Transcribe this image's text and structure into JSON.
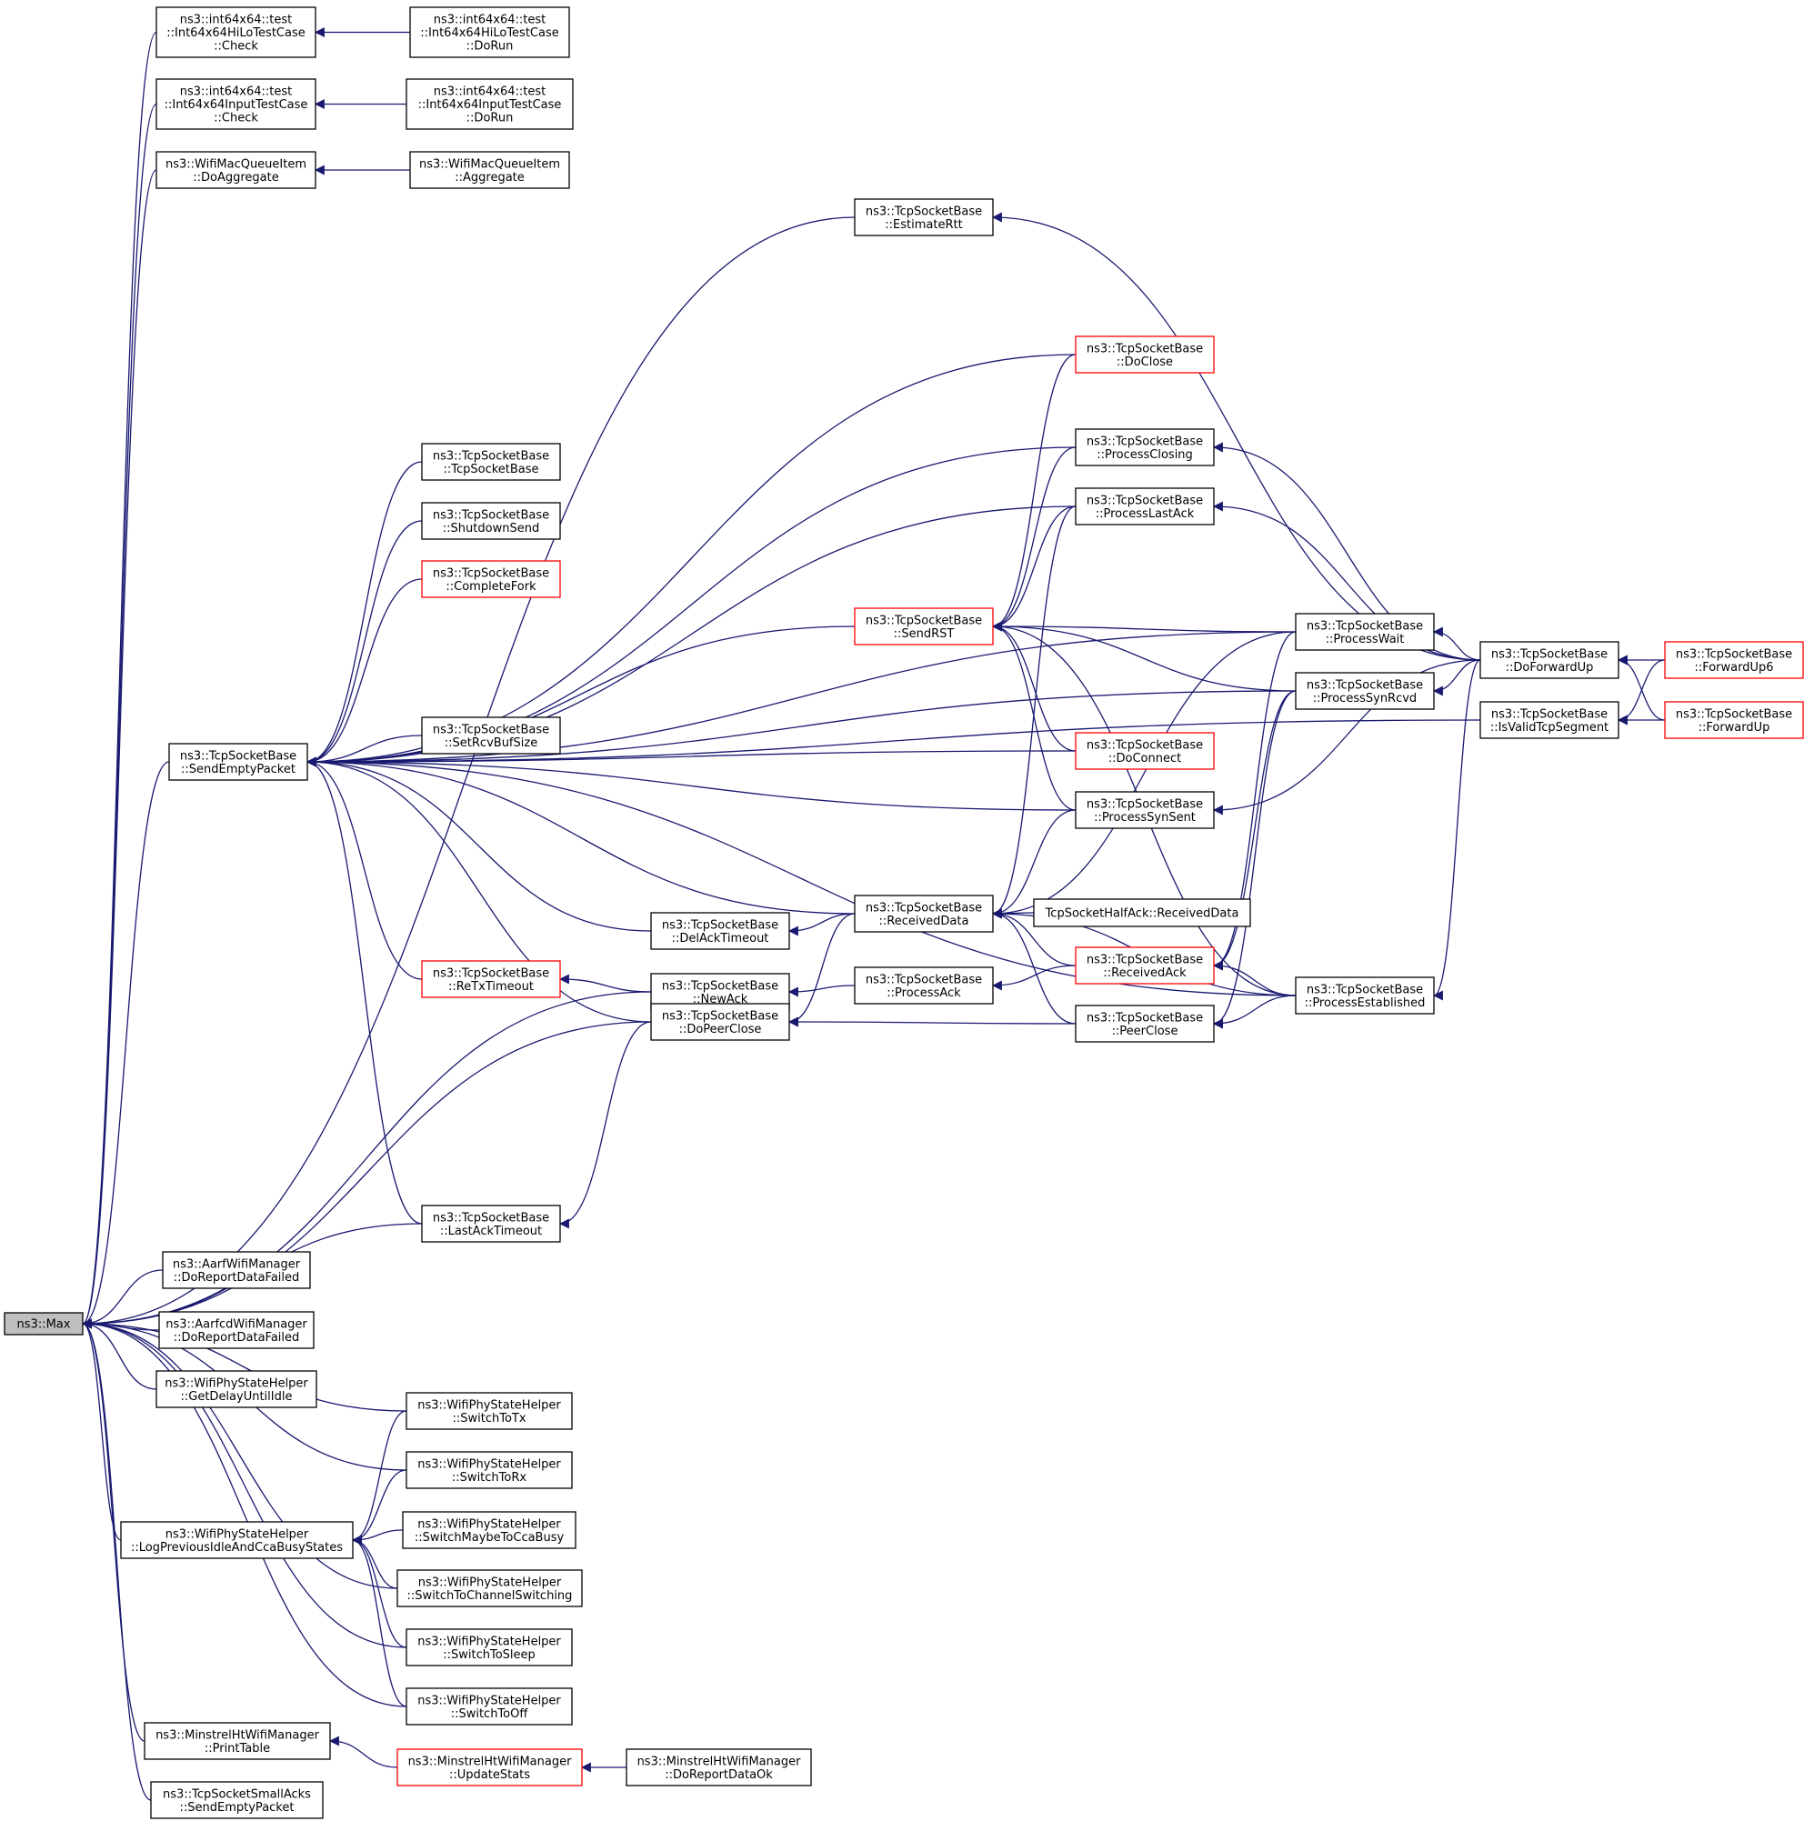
{
  "graph": {
    "title": "",
    "colors": {
      "edge": "#191970",
      "box_border": "#000000",
      "truncated_border": "#ff0000",
      "root_fill": "#bfbfbf"
    },
    "nodes": [
      {
        "id": "max",
        "lines": [
          "ns3::Max"
        ],
        "style": "root"
      },
      {
        "id": "hilo_check",
        "lines": [
          "ns3::int64x64::test",
          "::Int64x64HiLoTestCase",
          "::Check"
        ]
      },
      {
        "id": "hilo_dorun",
        "lines": [
          "ns3::int64x64::test",
          "::Int64x64HiLoTestCase",
          "::DoRun"
        ]
      },
      {
        "id": "input_check",
        "lines": [
          "ns3::int64x64::test",
          "::Int64x64InputTestCase",
          "::Check"
        ]
      },
      {
        "id": "input_dorun",
        "lines": [
          "ns3::int64x64::test",
          "::Int64x64InputTestCase",
          "::DoRun"
        ]
      },
      {
        "id": "wmqi_doagg",
        "lines": [
          "ns3::WifiMacQueueItem",
          "::DoAggregate"
        ]
      },
      {
        "id": "wmqi_agg",
        "lines": [
          "ns3::WifiMacQueueItem",
          "::Aggregate"
        ]
      },
      {
        "id": "estimate_rtt",
        "lines": [
          "ns3::TcpSocketBase",
          "::EstimateRtt"
        ]
      },
      {
        "id": "doclose",
        "lines": [
          "ns3::TcpSocketBase",
          "::DoClose"
        ],
        "style": "red"
      },
      {
        "id": "tcpsocketbase",
        "lines": [
          "ns3::TcpSocketBase",
          "::TcpSocketBase"
        ]
      },
      {
        "id": "procclosing",
        "lines": [
          "ns3::TcpSocketBase",
          "::ProcessClosing"
        ]
      },
      {
        "id": "proclastack",
        "lines": [
          "ns3::TcpSocketBase",
          "::ProcessLastAck"
        ]
      },
      {
        "id": "shutdownsend",
        "lines": [
          "ns3::TcpSocketBase",
          "::ShutdownSend"
        ]
      },
      {
        "id": "completefork",
        "lines": [
          "ns3::TcpSocketBase",
          "::CompleteFork"
        ],
        "style": "red"
      },
      {
        "id": "sendrst",
        "lines": [
          "ns3::TcpSocketBase",
          "::SendRST"
        ],
        "style": "red"
      },
      {
        "id": "procwait",
        "lines": [
          "ns3::TcpSocketBase",
          "::ProcessWait"
        ]
      },
      {
        "id": "doforwardup",
        "lines": [
          "ns3::TcpSocketBase",
          "::DoForwardUp"
        ]
      },
      {
        "id": "forwardup6",
        "lines": [
          "ns3::TcpSocketBase",
          "::ForwardUp6"
        ],
        "style": "red"
      },
      {
        "id": "procsynrcvd",
        "lines": [
          "ns3::TcpSocketBase",
          "::ProcessSynRcvd"
        ]
      },
      {
        "id": "isvalid",
        "lines": [
          "ns3::TcpSocketBase",
          "::IsValidTcpSegment"
        ]
      },
      {
        "id": "forwardup",
        "lines": [
          "ns3::TcpSocketBase",
          "::ForwardUp"
        ],
        "style": "red"
      },
      {
        "id": "sendempty",
        "lines": [
          "ns3::TcpSocketBase",
          "::SendEmptyPacket"
        ]
      },
      {
        "id": "setrcvbuf",
        "lines": [
          "ns3::TcpSocketBase",
          "::SetRcvBufSize"
        ]
      },
      {
        "id": "doconnect",
        "lines": [
          "ns3::TcpSocketBase",
          "::DoConnect"
        ],
        "style": "red"
      },
      {
        "id": "procsynsent",
        "lines": [
          "ns3::TcpSocketBase",
          "::ProcessSynSent"
        ]
      },
      {
        "id": "receiveddata",
        "lines": [
          "ns3::TcpSocketBase",
          "::ReceivedData"
        ]
      },
      {
        "id": "halfack_rd",
        "lines": [
          "TcpSocketHalfAck::ReceivedData"
        ]
      },
      {
        "id": "delacktimeout",
        "lines": [
          "ns3::TcpSocketBase",
          "::DelAckTimeout"
        ]
      },
      {
        "id": "receivedack",
        "lines": [
          "ns3::TcpSocketBase",
          "::ReceivedAck"
        ],
        "style": "red"
      },
      {
        "id": "retxtimeout",
        "lines": [
          "ns3::TcpSocketBase",
          "::ReTxTimeout"
        ],
        "style": "red"
      },
      {
        "id": "newack",
        "lines": [
          "ns3::TcpSocketBase",
          "::NewAck"
        ]
      },
      {
        "id": "processack",
        "lines": [
          "ns3::TcpSocketBase",
          "::ProcessAck"
        ]
      },
      {
        "id": "procestablished",
        "lines": [
          "ns3::TcpSocketBase",
          "::ProcessEstablished"
        ]
      },
      {
        "id": "dopeerclose",
        "lines": [
          "ns3::TcpSocketBase",
          "::DoPeerClose"
        ]
      },
      {
        "id": "peerclose",
        "lines": [
          "ns3::TcpSocketBase",
          "::PeerClose"
        ]
      },
      {
        "id": "lastacktimeout",
        "lines": [
          "ns3::TcpSocketBase",
          "::LastAckTimeout"
        ]
      },
      {
        "id": "aarf_drdf",
        "lines": [
          "ns3::AarfWifiManager",
          "::DoReportDataFailed"
        ]
      },
      {
        "id": "aarfcd_drdf",
        "lines": [
          "ns3::AarfcdWifiManager",
          "::DoReportDataFailed"
        ]
      },
      {
        "id": "wpsh_getdelay",
        "lines": [
          "ns3::WifiPhyStateHelper",
          "::GetDelayUntilIdle"
        ]
      },
      {
        "id": "wpsh_tx",
        "lines": [
          "ns3::WifiPhyStateHelper",
          "::SwitchToTx"
        ]
      },
      {
        "id": "wpsh_rx",
        "lines": [
          "ns3::WifiPhyStateHelper",
          "::SwitchToRx"
        ]
      },
      {
        "id": "wpsh_log",
        "lines": [
          "ns3::WifiPhyStateHelper",
          "::LogPreviousIdleAndCcaBusyStates"
        ]
      },
      {
        "id": "wpsh_maybe",
        "lines": [
          "ns3::WifiPhyStateHelper",
          "::SwitchMaybeToCcaBusy"
        ]
      },
      {
        "id": "wpsh_chan",
        "lines": [
          "ns3::WifiPhyStateHelper",
          "::SwitchToChannelSwitching"
        ]
      },
      {
        "id": "wpsh_sleep",
        "lines": [
          "ns3::WifiPhyStateHelper",
          "::SwitchToSleep"
        ]
      },
      {
        "id": "wpsh_off",
        "lines": [
          "ns3::WifiPhyStateHelper",
          "::SwitchToOff"
        ]
      },
      {
        "id": "mht_print",
        "lines": [
          "ns3::MinstrelHtWifiManager",
          "::PrintTable"
        ]
      },
      {
        "id": "mht_update",
        "lines": [
          "ns3::MinstrelHtWifiManager",
          "::UpdateStats"
        ],
        "style": "red"
      },
      {
        "id": "mht_drok",
        "lines": [
          "ns3::MinstrelHtWifiManager",
          "::DoReportDataOk"
        ]
      },
      {
        "id": "small_sep",
        "lines": [
          "ns3::TcpSocketSmallAcks",
          "::SendEmptyPacket"
        ]
      }
    ],
    "edges": [
      [
        "max",
        "hilo_check"
      ],
      [
        "max",
        "input_check"
      ],
      [
        "max",
        "wmqi_doagg"
      ],
      [
        "max",
        "estimate_rtt"
      ],
      [
        "max",
        "sendempty"
      ],
      [
        "max",
        "newack"
      ],
      [
        "max",
        "lastacktimeout"
      ],
      [
        "max",
        "dopeerclose"
      ],
      [
        "max",
        "aarf_drdf"
      ],
      [
        "max",
        "aarfcd_drdf"
      ],
      [
        "max",
        "wpsh_getdelay"
      ],
      [
        "max",
        "wpsh_tx"
      ],
      [
        "max",
        "wpsh_rx"
      ],
      [
        "max",
        "wpsh_log"
      ],
      [
        "max",
        "wpsh_chan"
      ],
      [
        "max",
        "wpsh_sleep"
      ],
      [
        "max",
        "wpsh_off"
      ],
      [
        "max",
        "mht_print"
      ],
      [
        "max",
        "small_sep"
      ],
      [
        "hilo_check",
        "hilo_dorun"
      ],
      [
        "input_check",
        "input_dorun"
      ],
      [
        "wmqi_doagg",
        "wmqi_agg"
      ],
      [
        "estimate_rtt",
        "doforwardup"
      ],
      [
        "sendempty",
        "tcpsocketbase"
      ],
      [
        "sendempty",
        "shutdownsend"
      ],
      [
        "sendempty",
        "completefork"
      ],
      [
        "sendempty",
        "setrcvbuf"
      ],
      [
        "sendempty",
        "doclose"
      ],
      [
        "sendempty",
        "procclosing"
      ],
      [
        "sendempty",
        "proclastack"
      ],
      [
        "sendempty",
        "sendrst"
      ],
      [
        "sendempty",
        "procwait"
      ],
      [
        "sendempty",
        "procsynrcvd"
      ],
      [
        "sendempty",
        "doconnect"
      ],
      [
        "sendempty",
        "procsynsent"
      ],
      [
        "sendempty",
        "receiveddata"
      ],
      [
        "sendempty",
        "delacktimeout"
      ],
      [
        "sendempty",
        "retxtimeout"
      ],
      [
        "sendempty",
        "dopeerclose"
      ],
      [
        "sendempty",
        "procestablished"
      ],
      [
        "sendempty",
        "isvalid"
      ],
      [
        "sendempty",
        "lastacktimeout"
      ],
      [
        "sendrst",
        "doclose"
      ],
      [
        "sendrst",
        "procclosing"
      ],
      [
        "sendrst",
        "proclastack"
      ],
      [
        "sendrst",
        "procwait"
      ],
      [
        "sendrst",
        "procsynrcvd"
      ],
      [
        "sendrst",
        "doconnect"
      ],
      [
        "sendrst",
        "procsynsent"
      ],
      [
        "sendrst",
        "procestablished"
      ],
      [
        "procclosing",
        "doforwardup"
      ],
      [
        "proclastack",
        "doforwardup"
      ],
      [
        "procwait",
        "doforwardup"
      ],
      [
        "procsynrcvd",
        "doforwardup"
      ],
      [
        "procsynsent",
        "doforwardup"
      ],
      [
        "procestablished",
        "doforwardup"
      ],
      [
        "doforwardup",
        "forwardup6"
      ],
      [
        "doforwardup",
        "forwardup"
      ],
      [
        "isvalid",
        "forwardup6"
      ],
      [
        "isvalid",
        "forwardup"
      ],
      [
        "receiveddata",
        "halfack_rd"
      ],
      [
        "receiveddata",
        "receivedack"
      ],
      [
        "receiveddata",
        "proclastack"
      ],
      [
        "receiveddata",
        "procsynsent"
      ],
      [
        "receiveddata",
        "procwait"
      ],
      [
        "receiveddata",
        "peerclose"
      ],
      [
        "receiveddata",
        "procestablished"
      ],
      [
        "delacktimeout",
        "receiveddata"
      ],
      [
        "receivedack",
        "procestablished"
      ],
      [
        "receivedack",
        "procwait"
      ],
      [
        "receivedack",
        "procsynrcvd"
      ],
      [
        "retxtimeout",
        "newack"
      ],
      [
        "newack",
        "processack"
      ],
      [
        "processack",
        "receivedack"
      ],
      [
        "dopeerclose",
        "peerclose"
      ],
      [
        "dopeerclose",
        "receiveddata"
      ],
      [
        "peerclose",
        "procestablished"
      ],
      [
        "peerclose",
        "procsynrcvd"
      ],
      [
        "lastacktimeout",
        "dopeerclose"
      ],
      [
        "wpsh_log",
        "wpsh_tx"
      ],
      [
        "wpsh_log",
        "wpsh_rx"
      ],
      [
        "wpsh_log",
        "wpsh_maybe"
      ],
      [
        "wpsh_log",
        "wpsh_chan"
      ],
      [
        "wpsh_log",
        "wpsh_sleep"
      ],
      [
        "wpsh_log",
        "wpsh_off"
      ],
      [
        "mht_print",
        "mht_update"
      ],
      [
        "mht_update",
        "mht_drok"
      ]
    ]
  }
}
